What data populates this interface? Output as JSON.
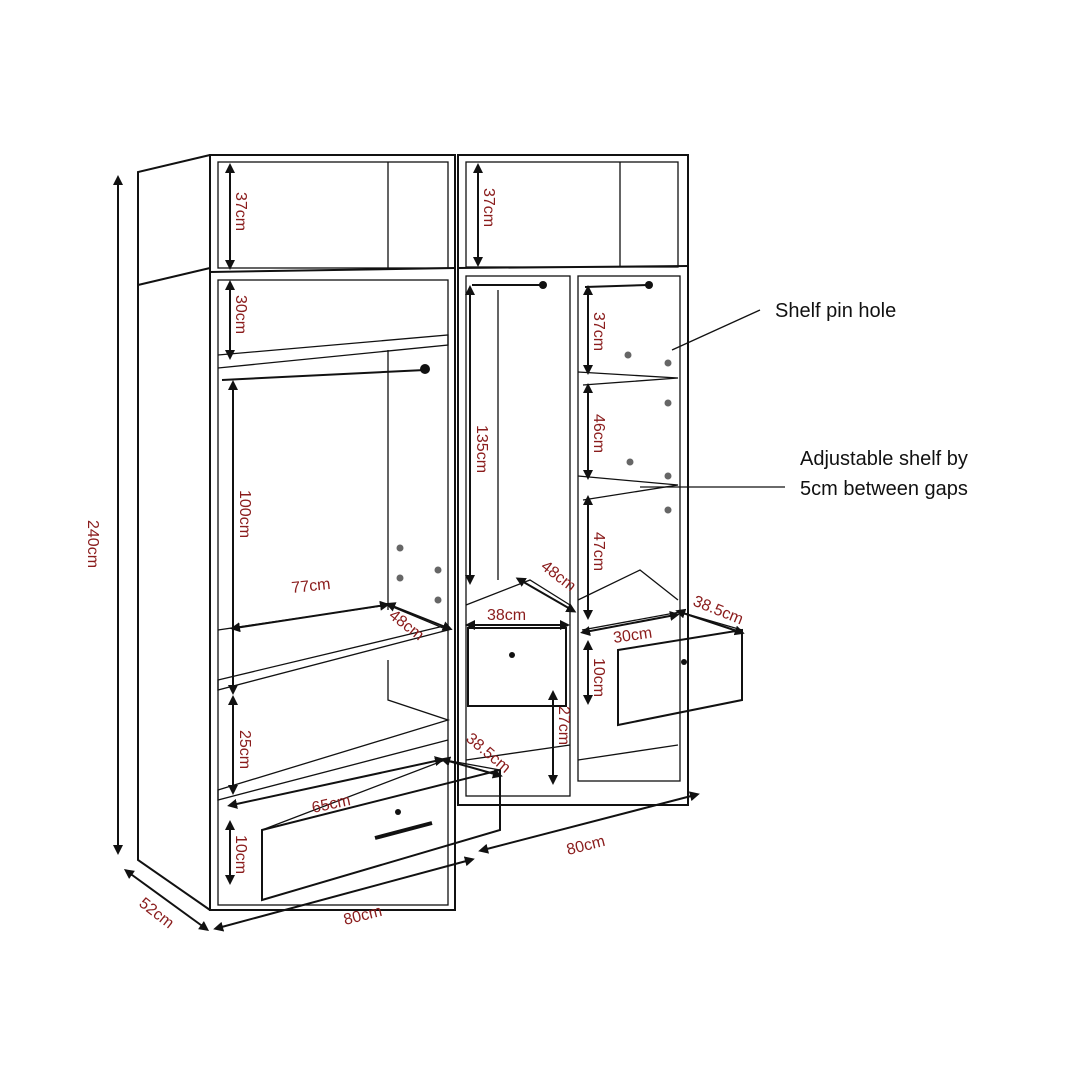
{
  "labels": {
    "total_height": "240cm",
    "depth": "52cm",
    "left_width": "80cm",
    "right_width": "80cm",
    "left_top_box": "37cm",
    "right_top_box": "37cm",
    "left_upper_shelf": "30cm",
    "left_hanging": "100cm",
    "left_inner_width": "77cm",
    "left_inner_depth": "48cm",
    "left_lower_shelf": "25cm",
    "left_drawer_width": "65cm",
    "left_drawer_depth": "38.5cm",
    "left_drawer_height": "10cm",
    "mid_hanging": "135cm",
    "mid_inner_depth": "48cm",
    "mid_drawer_width": "38cm",
    "mid_lower_shelf": "27cm",
    "right_shelf_1": "37cm",
    "right_shelf_2": "46cm",
    "right_shelf_3": "47cm",
    "right_drawer_width": "30cm",
    "right_drawer_depth": "38.5cm",
    "right_drawer_height": "10cm"
  },
  "annotations": {
    "shelf_pin_hole": "Shelf pin hole",
    "adjustable_line1": "Adjustable shelf by",
    "adjustable_line2": "5cm between gaps"
  },
  "colors": {
    "dimension_text": "#8a1c1c",
    "lines": "#111111"
  }
}
